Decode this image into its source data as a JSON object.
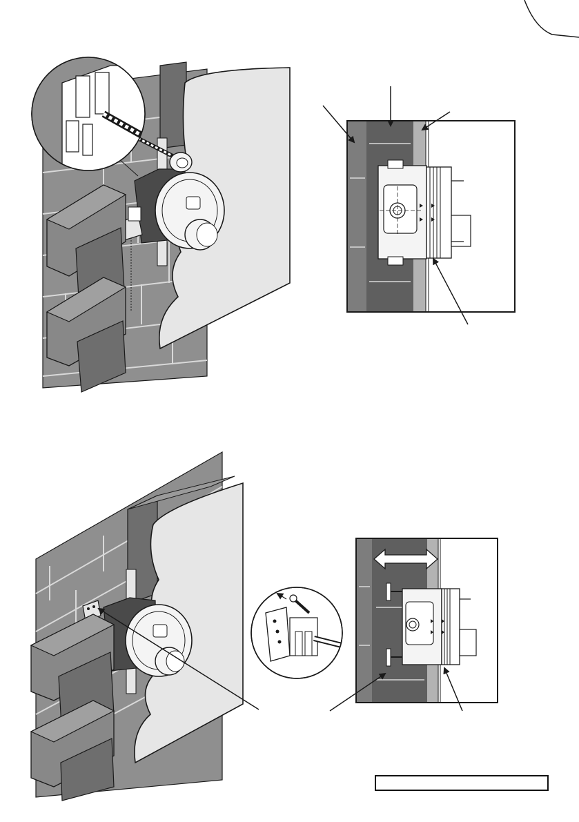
{
  "colors": {
    "ink": "#1a1a1a",
    "block": "#888888",
    "block_dark": "#6e6e6e",
    "wall": "#8f8f8f",
    "wall_joint": "#d9d9d9",
    "render": "#9d9d9d",
    "plaster": "#e6e6e6",
    "inset": "#d4d4d4",
    "section_block": "#5f5f5f",
    "section_outer": "#7d7d7d",
    "section_skim": "#b3b3b3",
    "valve": "#f4f4f4"
  },
  "figures": [
    {
      "id": "fig-1",
      "view": "perspective",
      "fixing": "screw-through-body"
    },
    {
      "id": "fig-2",
      "view": "section",
      "pointers": 4
    },
    {
      "id": "fig-3",
      "view": "perspective",
      "fixing": "bracket-screw"
    },
    {
      "id": "fig-4",
      "view": "section",
      "pointers": 2,
      "adjustment": "double-arrow"
    }
  ],
  "footer_box": {
    "text": ""
  }
}
